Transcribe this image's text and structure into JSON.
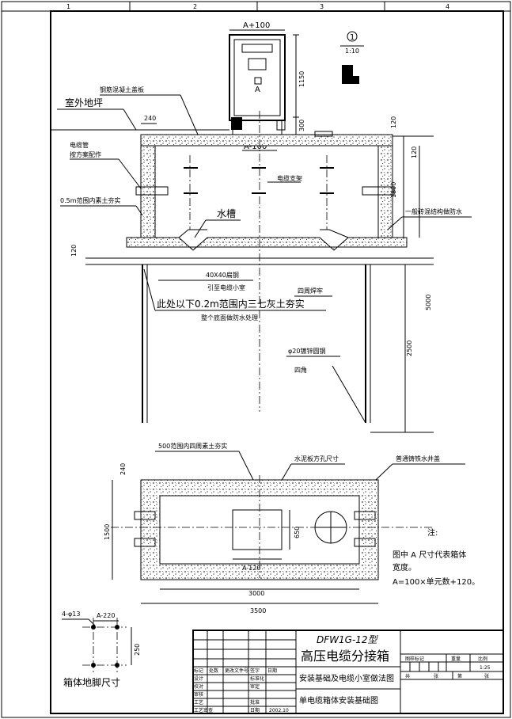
{
  "grid_numbers": [
    "1",
    "2",
    "3",
    "4"
  ],
  "section": {
    "box_top": "A+100",
    "box_a": "A",
    "box_bottom": "A-100",
    "dim_1150": "1150",
    "dim_300": "300",
    "dim_120_top": "120",
    "dim_120_side": "120",
    "dim_1800": "1800",
    "dim_120_left": "120",
    "dim_5000": "5000",
    "dim_2500": "2500",
    "dim_240": "240",
    "scale_sym_1": "1",
    "scale_sym_ratio": "1:10",
    "cover_plate": "钢筋混凝土盖板",
    "ground": "室外地坪",
    "cable_pipe_1": "电缆管",
    "cable_pipe_2": "按方案配作",
    "compact_05": "0.5m范围内素土夯实",
    "cable_bracket": "电缆支架",
    "trough": "水槽",
    "brick_waterproof": "一般砖混结构做防水",
    "flat_steel": "40X40扁钢",
    "lead_to_room": "引至电缆小室",
    "weld_around": "四周焊牢",
    "lime_soil": "此处以下0.2m范围内三七灰土夯实",
    "bottom_waterproof": "整个底面做防水处理",
    "steel_pipe_1": "φ20镀锌圆钢",
    "steel_pipe_2": "四角"
  },
  "plan": {
    "compact_500": "500范围内四周素土夯实",
    "slab_hole": "水泥板方孔尺寸",
    "manhole": "普通铸铁水井盖",
    "dim_240": "240",
    "dim_1500": "1500",
    "dim_650": "650",
    "dim_a120": "A-120",
    "dim_3000": "3000",
    "dim_3500": "3500"
  },
  "note": {
    "title": "注:",
    "line1": "图中 A 尺寸代表箱体",
    "line2": "宽度。",
    "line3": "A=100×单元数+120。"
  },
  "foot": {
    "holes": "4-φ13",
    "dim_a220": "A-220",
    "dim_250": "250",
    "caption": "箱体地脚尺寸"
  },
  "title_block": {
    "model": "DFW1G-12型",
    "product": "高压电缆分接箱",
    "subtitle1": "安装基础及电缆小室做法图",
    "subtitle2": "单电缆箱体安装基础图",
    "col_mark": "图样标记",
    "col_weight": "重量",
    "col_scale": "比例",
    "scale": "1:25",
    "sheets_total": "共",
    "sheets_total_unit": "张",
    "sheet_no": "第",
    "sheet_no_unit": "张",
    "row_mark": "标记",
    "row_count": "处数",
    "row_file": "更改文件号",
    "row_sign": "签字",
    "row_date": "日期",
    "row_design": "设计",
    "row_std": "标准化",
    "row_check": "校对",
    "row_proc": "工艺",
    "row_audit": "审核",
    "row_review": "审定",
    "row_approve": "批准",
    "row_tech": "工艺审查",
    "row_date2": "日期",
    "date": "2002.10"
  }
}
